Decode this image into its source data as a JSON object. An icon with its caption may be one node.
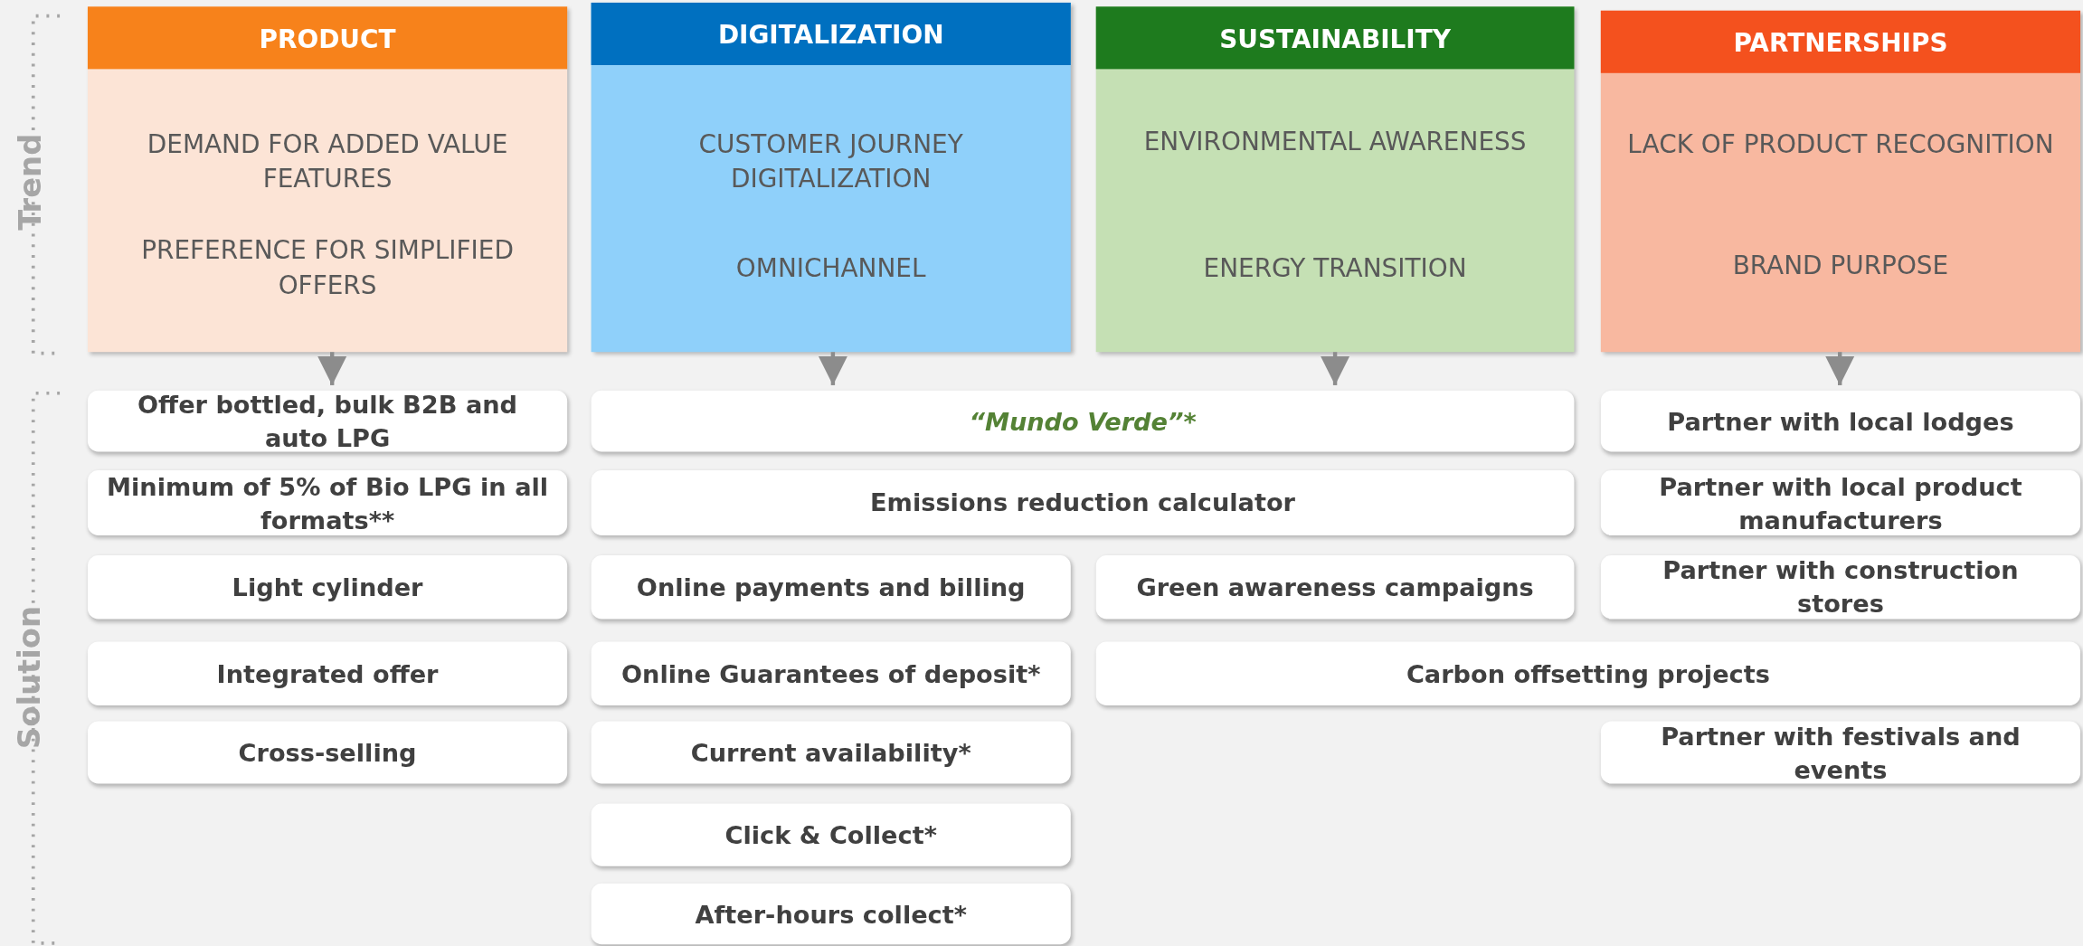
{
  "diagram": {
    "nodes": [
      {
        "text": [
          "PRODUCT",
          "DEMAND FOR ADDED VALUE FEATURES",
          "PREFERENCE FOR SIMPLIFIED OFFERS"
        ]
      },
      {
        "text": [
          "DIGITALIZATION",
          "CUSTOMER JOURNEY DIGITALIZATION",
          "OMNICHANNEL"
        ]
      },
      {
        "text": [
          "SUSTAINABILITY",
          "ENVIRONMENTAL AWARENESS",
          "ENERGY TRANSITION"
        ]
      },
      {
        "text": [
          "PARTNERSHIPS",
          "LACK OF PRODUCT RECOGNITION",
          "BRAND PURPOSE"
        ]
      },
      {
        "text": [
          "Offer bottled, bulk B2B and auto LPG"
        ]
      },
      {
        "text": [
          "“Mundo Verde”*"
        ]
      },
      {
        "text": [
          "Partner with local lodges"
        ]
      },
      {
        "text": [
          "Minimum of 5% of Bio LPG in all formats**"
        ]
      },
      {
        "text": [
          "Emissions reduction calculator"
        ]
      },
      {
        "text": [
          "Partner with local product manufacturers"
        ]
      },
      {
        "text": [
          "Light cylinder"
        ]
      },
      {
        "text": [
          "Online payments and billing"
        ]
      },
      {
        "text": [
          "Green awareness campaigns"
        ]
      },
      {
        "text": [
          "Partner with construction stores"
        ]
      },
      {
        "text": [
          "Integrated offer"
        ]
      },
      {
        "text": [
          "Online Guarantees of deposit*"
        ]
      },
      {
        "text": [
          "Carbon offsetting projects"
        ]
      },
      {
        "text": [
          "Cross-selling"
        ]
      },
      {
        "text": [
          "Current availability*"
        ]
      },
      {
        "text": [
          "Partner with festivals and events"
        ]
      },
      {
        "text": [
          "Click & Collect*"
        ]
      },
      {
        "text": [
          "After-hours collect*"
        ]
      }
    ],
    "edges": [
      {
        "from": 0,
        "to": 4,
        "arrow": "to"
      },
      {
        "from": 1,
        "to": 5,
        "arrow": "to"
      },
      {
        "from": 2,
        "to": 5,
        "arrow": "to"
      },
      {
        "from": 3,
        "to": 6,
        "arrow": "to"
      }
    ],
    "labels": [
      "Trend",
      "Solution"
    ]
  }
}
